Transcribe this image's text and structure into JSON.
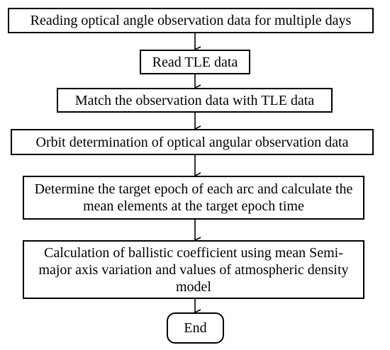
{
  "flowchart": {
    "steps": [
      {
        "id": "step-1",
        "label": "Reading optical angle observation data for multiple days"
      },
      {
        "id": "step-2",
        "label": "Read TLE data"
      },
      {
        "id": "step-3",
        "label": "Match the observation data with TLE data"
      },
      {
        "id": "step-4",
        "label": "Orbit determination of optical angular observation data"
      },
      {
        "id": "step-5",
        "label": "Determine the target epoch of each arc and calculate the mean elements at the target epoch time"
      },
      {
        "id": "step-6",
        "label": "Calculation of ballistic coefficient using mean Semi-major axis variation and values of atmospheric density model"
      },
      {
        "id": "step-7",
        "label": "End"
      }
    ],
    "edges": [
      {
        "from": "step-1",
        "to": "step-2"
      },
      {
        "from": "step-2",
        "to": "step-3"
      },
      {
        "from": "step-3",
        "to": "step-4"
      },
      {
        "from": "step-4",
        "to": "step-5"
      },
      {
        "from": "step-5",
        "to": "step-6"
      },
      {
        "from": "step-6",
        "to": "step-7"
      }
    ]
  }
}
